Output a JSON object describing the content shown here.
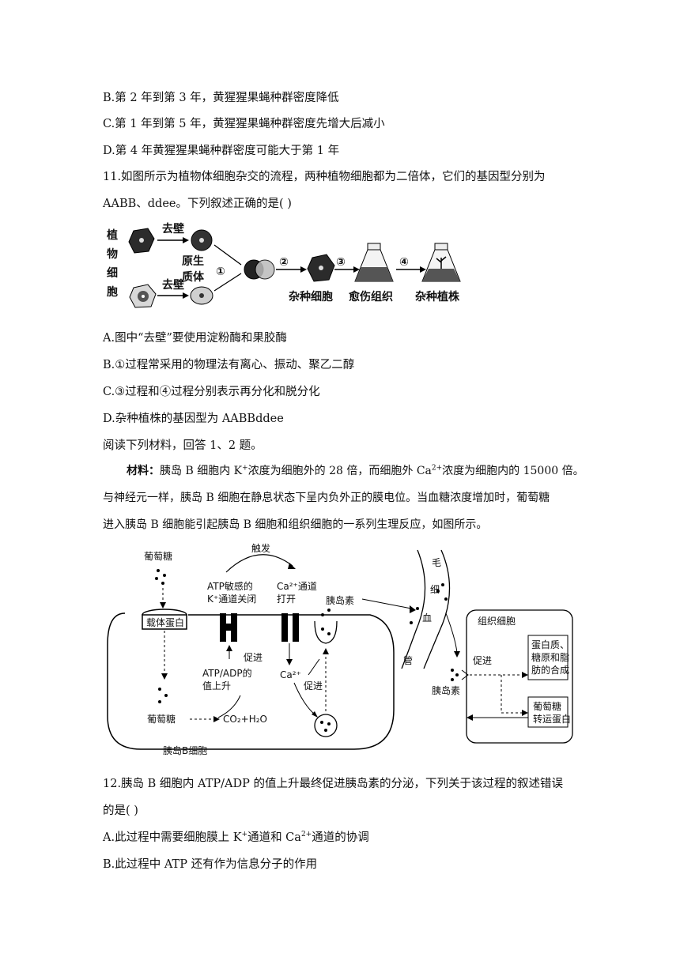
{
  "q10": {
    "optB": "B.第 2 年到第 3 年，黄猩猩果蝇种群密度降低",
    "optC": "C.第 1 年到第 5 年，黄猩猩果蝇种群密度先增大后减小",
    "optD": "D.第 4 年黄猩猩果蝇种群密度可能大于第 1 年"
  },
  "q11": {
    "stem1": "11.如图所示为植物体细胞杂交的流程，两种植物细胞都为二倍体，它们的基因型分别为",
    "stem2": "AABB、ddee。下列叙述正确的是(      )",
    "optA": "A.图中“去壁”要使用淀粉酶和果胶酶",
    "optB": "B.①过程常采用的物理法有离心、振动、聚乙二醇",
    "optC": "C.③过程和④过程分别表示再分化和脱分化",
    "optD": "D.杂种植株的基因型为 AABBddee",
    "fig": {
      "plant_cell_label": "植物细胞",
      "remove_wall_1": "去壁",
      "remove_wall_2": "去壁",
      "protoplast": "原生质体",
      "step1": "①",
      "step2": "②",
      "step3": "③",
      "step4": "④",
      "hybrid_cell": "杂种细胞",
      "callus": "愈伤组织",
      "hybrid_plant": "杂种植株"
    }
  },
  "reading": {
    "intro": "阅读下列材料，回答 1、2 题。",
    "label": "材料：",
    "line1a": "胰岛 B 细胞内 K",
    "line1b": "浓度为细胞外的 28 倍，而细胞外 Ca",
    "line1c": "浓度为细胞内的 15000 倍。",
    "sup_k": "+",
    "sup_ca": "2+",
    "line2": "与神经元一样，胰岛 B 细胞在静息状态下呈内负外正的膜电位。当血糖浓度增加时，葡萄糖",
    "line3": "进入胰岛 B 细胞能引起胰岛 B 细胞和组织细胞的一系列生理反应，如图所示。"
  },
  "fig2": {
    "glucose_top": "葡萄糖",
    "carrier": "载体蛋白",
    "trigger": "触发",
    "atp_k_1": "ATP敏感的",
    "atp_k_2": "K⁺通道关闭",
    "ca_ch_1": "Ca²⁺通道",
    "ca_ch_2": "打开",
    "insulin_out": "胰岛素",
    "promote_1": "促进",
    "ratio_1": "ATP/ADP的",
    "ratio_2": "值上升",
    "ca_ion": "Ca²⁺",
    "promote_2": "促进",
    "glucose_in": "葡萄糖",
    "products": "CO₂+H₂O",
    "beta_cell": "胰岛B细胞",
    "cap_1": "毛",
    "cap_2": "细",
    "cap_3": "血",
    "cap_4": "管",
    "tissue_cell": "组织细胞",
    "promote_3": "促进",
    "insulin_2": "胰岛素",
    "synth_1": "蛋白质、",
    "synth_2": "糖原和脂",
    "synth_3": "肪的合成",
    "glut_1": "葡萄糖",
    "glut_2": "转运蛋白"
  },
  "q12": {
    "stem1": "12.胰岛 B 细胞内 ATP/ADP 的值上升最终促进胰岛素的分泌，下列关于该过程的叙述错误",
    "stem2": "的是(      )",
    "optA_a": "A.此过程中需要细胞膜上 K",
    "optA_b": "通道和 Ca",
    "optA_c": "通道的协调",
    "optB": "B.此过程中 ATP 还有作为信息分子的作用"
  }
}
